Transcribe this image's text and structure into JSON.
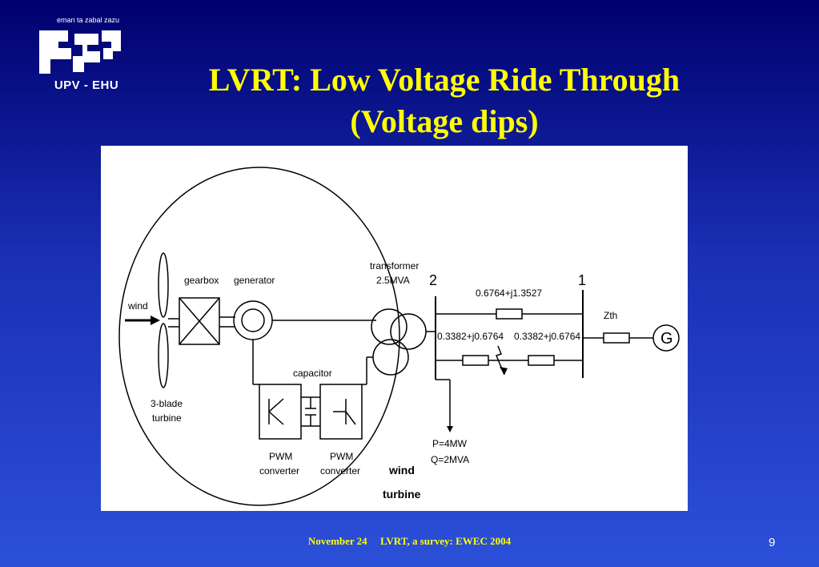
{
  "logo": {
    "motto": "eman ta zabal zazu",
    "name": "UPV - EHU"
  },
  "title": {
    "line1": "LVRT: Low Voltage Ride Through",
    "line2": "(Voltage dips)"
  },
  "diagram": {
    "wind": "wind",
    "gearbox": "gearbox",
    "generator": "generator",
    "transformer_line1": "transformer",
    "transformer_line2": "2.5MVA",
    "capacitor": "capacitor",
    "turbine_line1": "3-blade",
    "turbine_line2": "turbine",
    "pwm1_line1": "PWM",
    "pwm1_line2": "converter",
    "pwm2_line1": "PWM",
    "pwm2_line2": "converter",
    "wind_turbine_line1": "wind",
    "wind_turbine_line2": "turbine",
    "node2": "2",
    "node1": "1",
    "impedance_top": "0.6764+j1.3527",
    "impedance_left": "0.3382+j0.6764",
    "impedance_right": "0.3382+j0.6764",
    "load_p": "P=4MW",
    "load_q": "Q=2MVA",
    "zth": "Zth",
    "grid": "G"
  },
  "footer": {
    "date": "November 24",
    "text": "LVRT, a survey: EWEC 2004",
    "page": "9"
  },
  "colors": {
    "title": "#ffff00",
    "footer": "#ffff00",
    "background_top": "#00006e",
    "background_bottom": "#2c50d8"
  }
}
